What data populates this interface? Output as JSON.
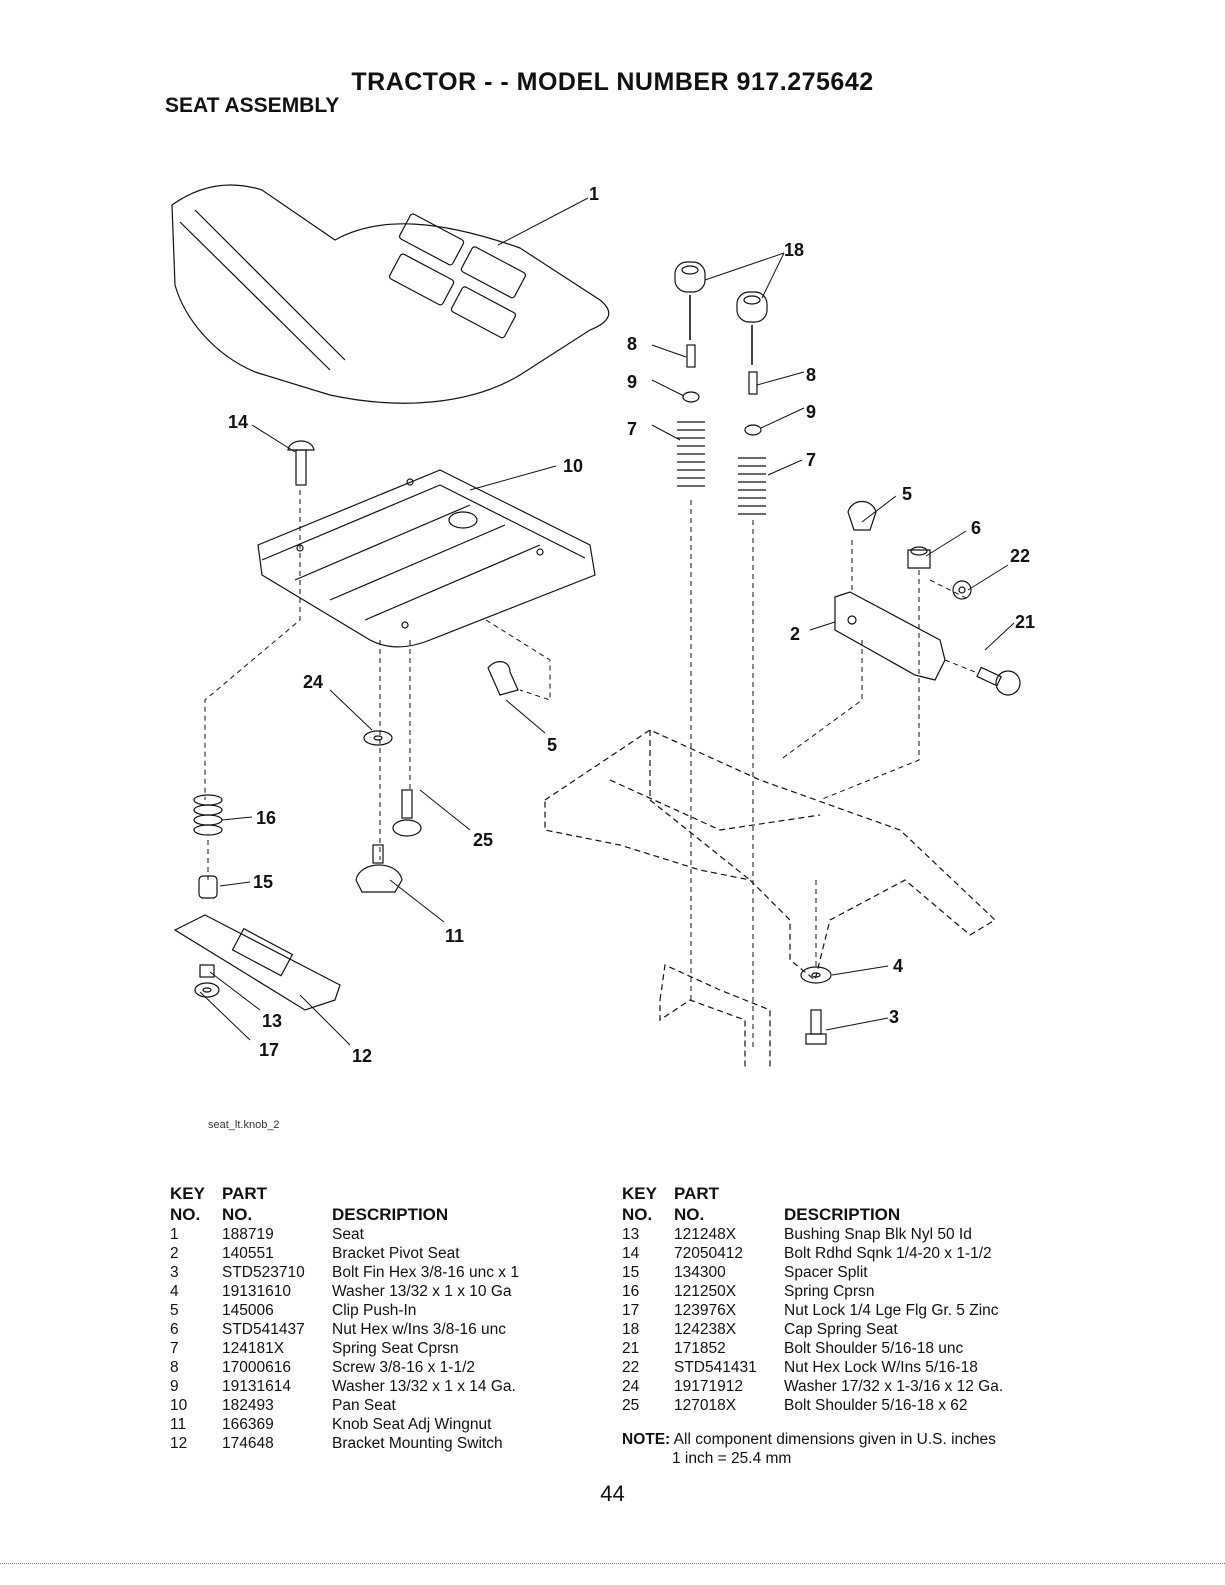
{
  "header": {
    "title": "TRACTOR - - MODEL NUMBER 917.275642",
    "subtitle": "SEAT ASSEMBLY"
  },
  "diagram": {
    "figure_code": "seat_lt.knob_2",
    "callouts": [
      "1",
      "18",
      "8",
      "9",
      "7",
      "8",
      "9",
      "7",
      "14",
      "10",
      "5",
      "6",
      "22",
      "21",
      "2",
      "24",
      "5",
      "16",
      "25",
      "15",
      "11",
      "13",
      "17",
      "12",
      "4",
      "3"
    ]
  },
  "parts_table": {
    "headers": {
      "key_line1": "KEY",
      "key_line2": "NO.",
      "part_line1": "PART",
      "part_line2": "NO.",
      "description": "DESCRIPTION"
    },
    "left_rows": [
      {
        "key": "1",
        "part": "188719",
        "desc": "Seat"
      },
      {
        "key": "2",
        "part": "140551",
        "desc": "Bracket Pivot Seat"
      },
      {
        "key": "3",
        "part": "STD523710",
        "desc": "Bolt Fin Hex 3/8-16 unc x 1"
      },
      {
        "key": "4",
        "part": "19131610",
        "desc": "Washer 13/32 x 1 x 10 Ga"
      },
      {
        "key": "5",
        "part": "145006",
        "desc": "Clip Push-In"
      },
      {
        "key": "6",
        "part": "STD541437",
        "desc": "Nut Hex w/Ins 3/8-16 unc"
      },
      {
        "key": "7",
        "part": "124181X",
        "desc": "Spring Seat Cprsn"
      },
      {
        "key": "8",
        "part": "17000616",
        "desc": "Screw 3/8-16 x 1-1/2"
      },
      {
        "key": "9",
        "part": "19131614",
        "desc": "Washer 13/32 x 1 x 14 Ga."
      },
      {
        "key": "10",
        "part": "182493",
        "desc": "Pan Seat"
      },
      {
        "key": "11",
        "part": "166369",
        "desc": "Knob Seat Adj Wingnut"
      },
      {
        "key": "12",
        "part": "174648",
        "desc": "Bracket Mounting Switch"
      }
    ],
    "right_rows": [
      {
        "key": "13",
        "part": "121248X",
        "desc": "Bushing Snap Blk Nyl 50 Id"
      },
      {
        "key": "14",
        "part": "72050412",
        "desc": "Bolt Rdhd Sqnk 1/4-20 x 1-1/2"
      },
      {
        "key": "15",
        "part": "134300",
        "desc": "Spacer Split"
      },
      {
        "key": "16",
        "part": "121250X",
        "desc": "Spring Cprsn"
      },
      {
        "key": "17",
        "part": "123976X",
        "desc": "Nut Lock 1/4 Lge Flg Gr. 5 Zinc"
      },
      {
        "key": "18",
        "part": "124238X",
        "desc": "Cap Spring Seat"
      },
      {
        "key": "21",
        "part": "171852",
        "desc": "Bolt Shoulder 5/16-18 unc"
      },
      {
        "key": "22",
        "part": "STD541431",
        "desc": "Nut Hex  Lock W/Ins  5/16-18"
      },
      {
        "key": "24",
        "part": "19171912",
        "desc": "Washer 17/32 x 1-3/16 x 12 Ga."
      },
      {
        "key": "25",
        "part": "127018X",
        "desc": "Bolt Shoulder 5/16-18 x 62"
      }
    ]
  },
  "note": {
    "label": "NOTE:",
    "line1": " All component dimensions given in U.S. inches",
    "line2": "1 inch = 25.4 mm"
  },
  "page_number": "44"
}
